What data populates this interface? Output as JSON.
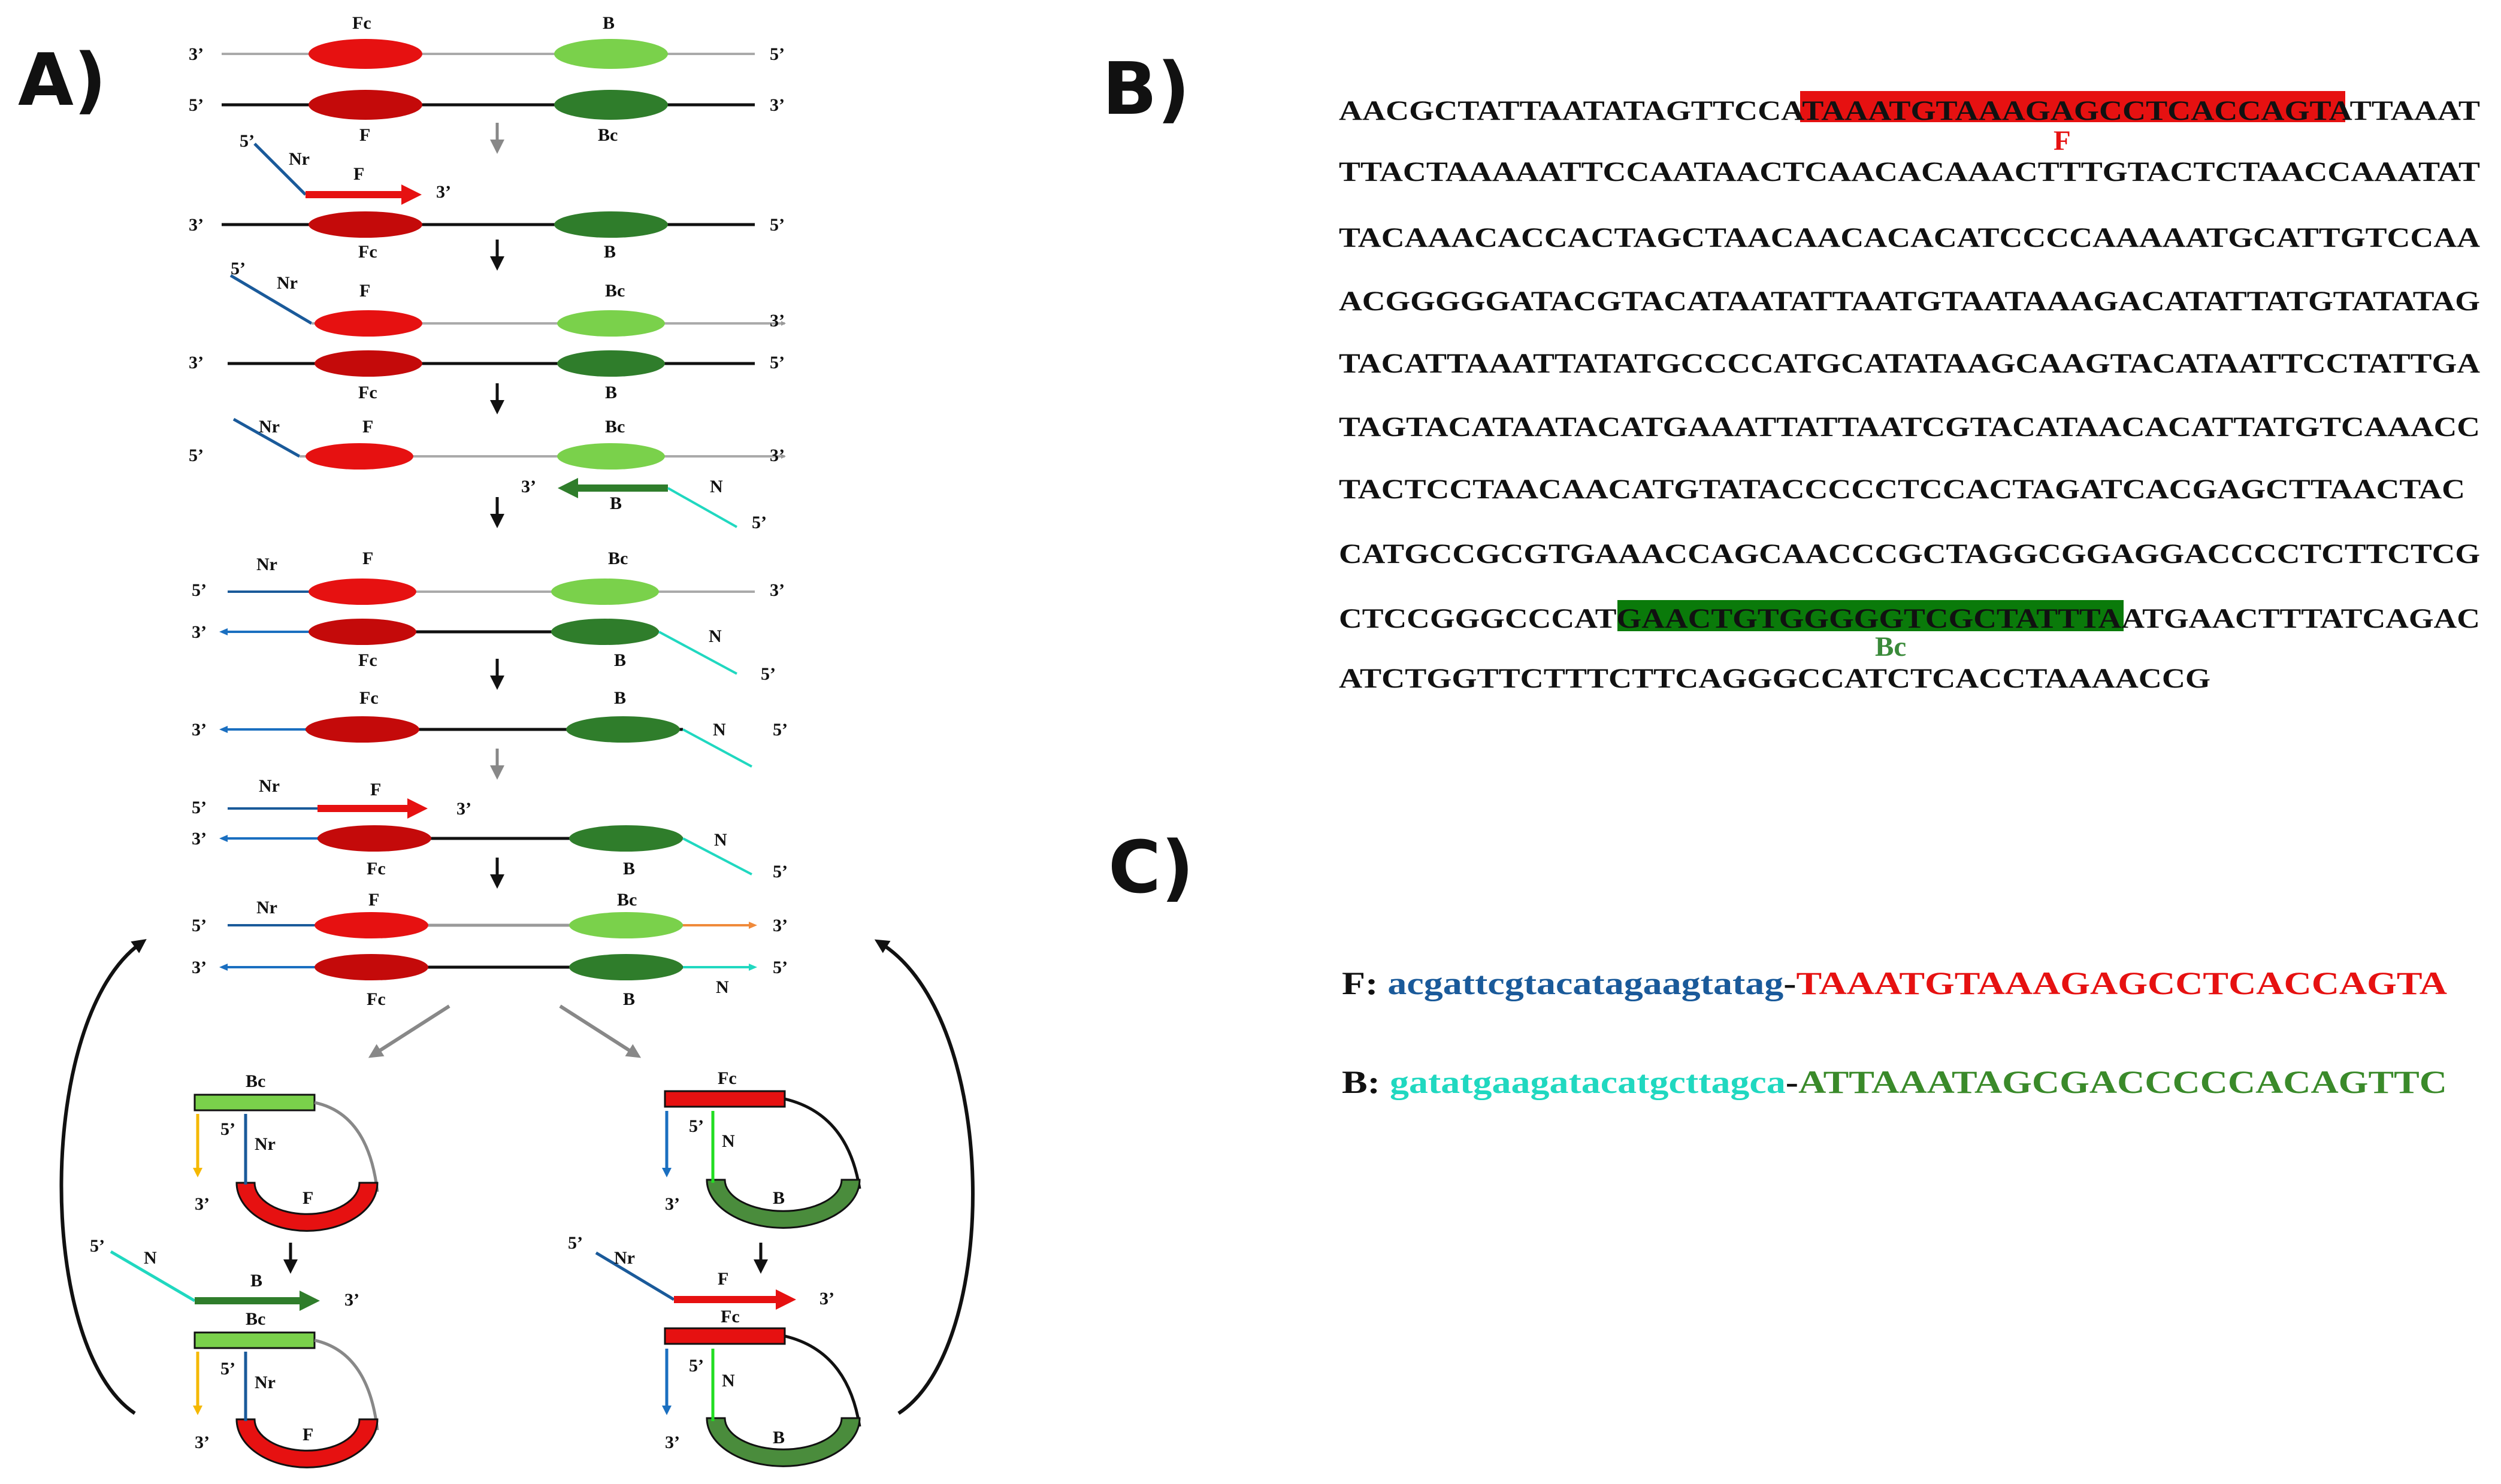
{
  "panels": {
    "a": "A)",
    "b": "B)",
    "c": "C)"
  },
  "ends": {
    "three": "3’",
    "five": "5’"
  },
  "labels": {
    "F": "F",
    "Fc": "Fc",
    "B": "B",
    "Bc": "Bc",
    "N": "N",
    "Nr": "Nr"
  },
  "colors": {
    "red": "#e61111",
    "dark_red": "#c40a0a",
    "light_green": "#7ad14b",
    "dark_green": "#2f7d2b",
    "mid_green": "#4a8c3c",
    "dark_blue": "#1a5a9a",
    "cyan": "#20d8c0",
    "orange": "#f08a3a",
    "yellow": "#f5b800",
    "gray": "#999999",
    "bright_green": "#22dd22"
  },
  "sequence": {
    "lines": [
      {
        "pre": "AACGCTATTAATATAGTTCCA",
        "hl": "TAAATGTAAAGAGCCTCACCAGTA",
        "post": "TTAAAT",
        "hl_color": "red"
      },
      {
        "pre": "TTACTAAAAATTCCAATAACTCAACACAAACTTTGTACTCTAACCAAATAT"
      },
      {
        "pre": "TACAAACACCACTAGCTAACAACACACATCCCCAAAAATGCATTGTCCAA"
      },
      {
        "pre": "ACGGGGGATACGTACATAATATTAATGTAATAAAGACATATTATGTATATAG"
      },
      {
        "pre": "TACATTAAATTATATGCCCCATGCATATAAGCAAGTACATAATTCCTATTGA"
      },
      {
        "pre": "TAGTACATAATACATGAAATTATTAATCGTACATAACACATTATGTCAAACC"
      },
      {
        "pre": "TACTCCTAACAACATGTATACCCCCTCCACTAGATCACGAGCTTAACTAC"
      },
      {
        "pre": "CATGCCGCGTGAAACCAGCAACCCGCTAGGCGGAGGACCCCTCTTCTCG"
      },
      {
        "pre": "CTCCGGGCCCAT",
        "hl": "GAACTGTGGGGGTCGCTATTTAAT",
        "post": "GAACTTTATCAGAC",
        "hl_color": "green"
      },
      {
        "pre": "ATCTGGTTCTTTCTTCAGGGCCATCTCACCTAAAACCG"
      }
    ],
    "f_marker": "F",
    "bc_marker": "Bc"
  },
  "primers": {
    "f": {
      "name": "F:",
      "tail": "acgattcgtacatagaagtatag",
      "sep": "-",
      "core": "TAAATGTAAAGAGCCTCACCAGTA"
    },
    "b": {
      "name": "B:",
      "tail": "gatatgaagatacatgcttagca",
      "sep": "-",
      "core": "ATTAAATAGCGACCCCCACAGTTC"
    }
  }
}
